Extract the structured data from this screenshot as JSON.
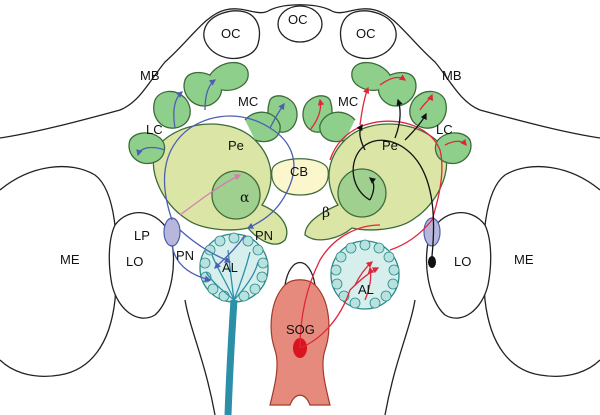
{
  "labels": {
    "oc_left": "OC",
    "oc_center": "OC",
    "oc_right": "OC",
    "mb_left": "MB",
    "mb_right": "MB",
    "mc_left": "MC",
    "mc_right": "MC",
    "lc_left": "LC",
    "lc_right": "LC",
    "pe_left": "Pe",
    "pe_right": "Pe",
    "cb": "CB",
    "alpha": "α",
    "beta": "β",
    "lp": "LP",
    "lo_left": "LO",
    "lo_right": "LO",
    "me_left": "ME",
    "me_right": "ME",
    "pn_left": "PN",
    "pn_center": "PN",
    "al_left": "AL",
    "al_right": "AL",
    "sog": "SOG"
  },
  "colors": {
    "mushroom_body_fill": "#8fcf8c",
    "mushroom_body_stroke": "#3d6b3a",
    "lobe_fill": "#dbe6a6",
    "lobe_stroke": "#3d6b3a",
    "lobe_inner_fill": "#9fd08f",
    "cb_fill": "#fbf6cc",
    "al_fill": "#d6efed",
    "al_glomerulus": "#b8e2df",
    "al_stroke": "#2a8a88",
    "sog_fill": "#e58a7c",
    "sog_stroke": "#a33a2a",
    "neuron_blue": "#4c5fb0",
    "neuron_red": "#e0263a",
    "neuron_pink": "#d77bb3",
    "tract_teal": "#2c8fa8",
    "outline": "#222222"
  }
}
